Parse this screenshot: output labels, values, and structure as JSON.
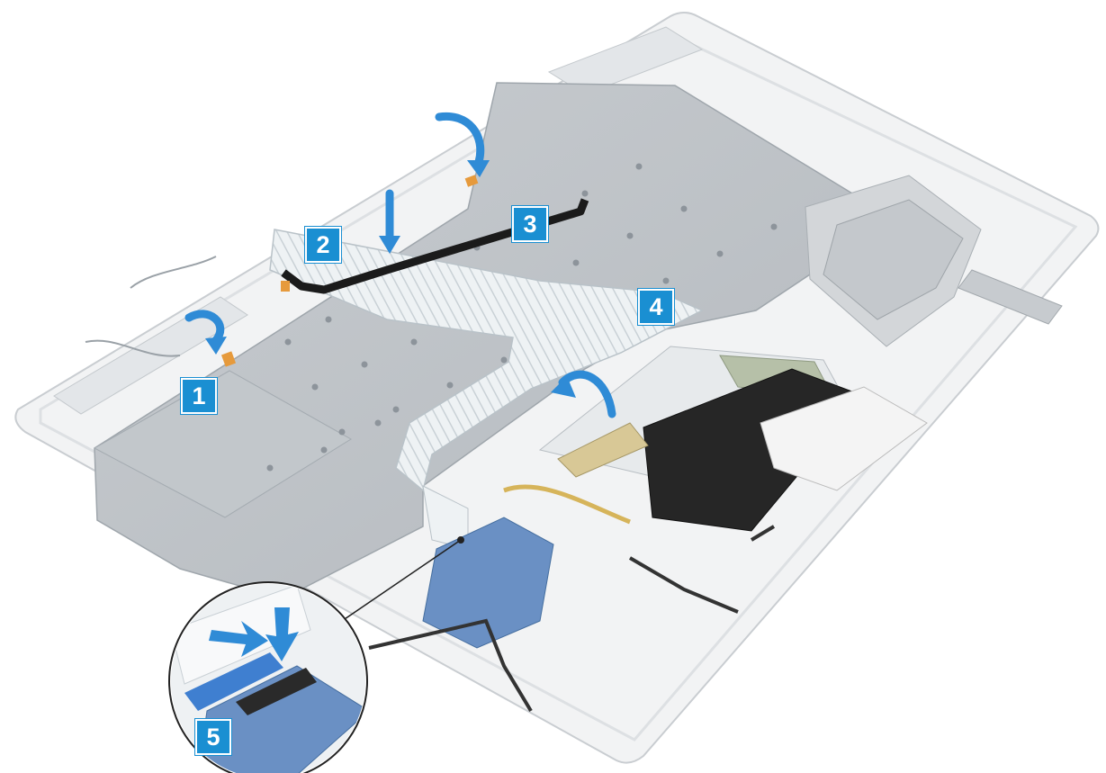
{
  "figure": {
    "steps": [
      {
        "number": "1"
      },
      {
        "number": "2"
      },
      {
        "number": "3"
      },
      {
        "number": "4"
      },
      {
        "number": "5"
      }
    ]
  },
  "colors": {
    "chassis": "#f2f3f4",
    "chassis_edge": "#c9cdd1",
    "keyboard_plate": "#bfc4c8",
    "keyboard_dot": "#8d949b",
    "ribbon_cable": "#e6ecef",
    "fpc_black": "#1b1b1b",
    "tape_orange": "#e69a3c",
    "board_blue": "#6a90c4",
    "battery": "#d3d6d9",
    "step_blue": "#1a8fd2",
    "arrow_blue": "#2f8bd6"
  }
}
